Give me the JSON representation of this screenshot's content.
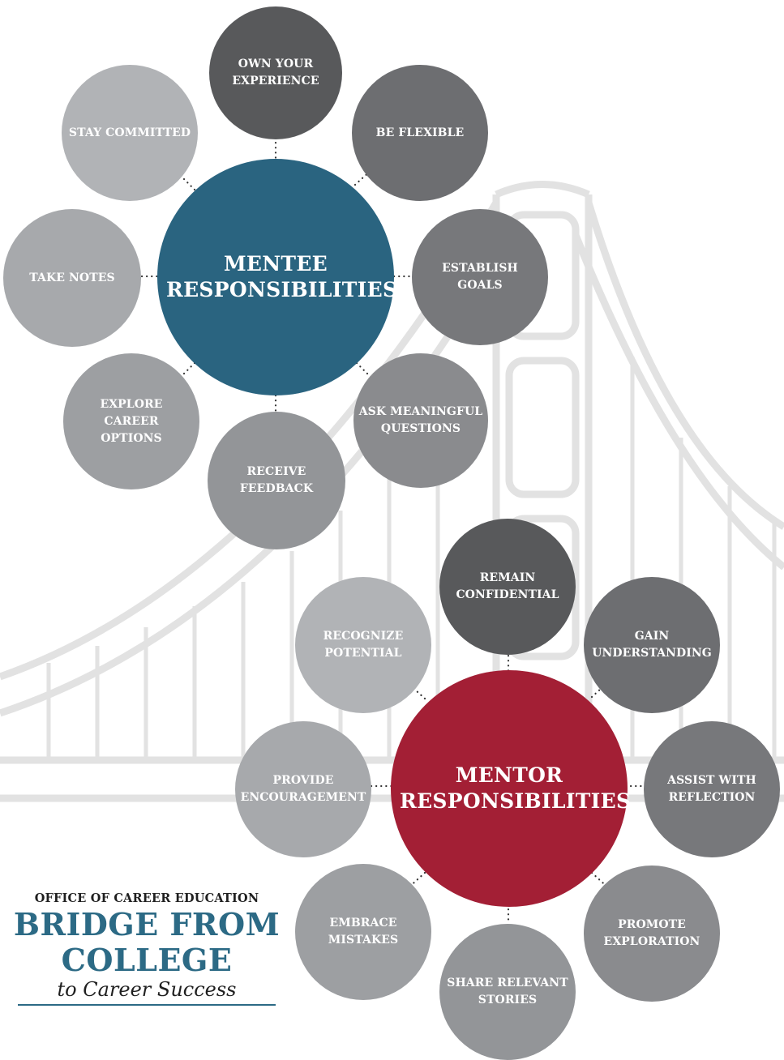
{
  "mentee": {
    "title": "MENTEE RESPONSIBILITIES",
    "color": "#2a6480",
    "items": [
      {
        "label": "OWN YOUR EXPERIENCE",
        "color": "#58595b"
      },
      {
        "label": "BE FLEXIBLE",
        "color": "#6d6e71"
      },
      {
        "label": "ESTABLISH GOALS",
        "color": "#77787b"
      },
      {
        "label": "ASK MEANINGFUL QUESTIONS",
        "color": "#8a8b8e"
      },
      {
        "label": "RECEIVE FEEDBACK",
        "color": "#939598"
      },
      {
        "label": "EXPLORE CAREER OPTIONS",
        "color": "#9d9fa2"
      },
      {
        "label": "TAKE NOTES",
        "color": "#a7a9ac"
      },
      {
        "label": "STAY COMMITTED",
        "color": "#b1b3b6"
      }
    ]
  },
  "mentor": {
    "title": "MENTOR RESPONSIBILITIES",
    "color": "#a31f35",
    "items": [
      {
        "label": "REMAIN CONFIDENTIAL",
        "color": "#58595b"
      },
      {
        "label": "GAIN UNDERSTANDING",
        "color": "#6d6e71"
      },
      {
        "label": "ASSIST WITH REFLECTION",
        "color": "#77787b"
      },
      {
        "label": "PROMOTE EXPLORATION",
        "color": "#8a8b8e"
      },
      {
        "label": "SHARE RELEVANT STORIES",
        "color": "#939598"
      },
      {
        "label": "EMBRACE MISTAKES",
        "color": "#9d9fa2"
      },
      {
        "label": "PROVIDE ENCOURAGEMENT",
        "color": "#a7a9ac"
      },
      {
        "label": "RECOGNIZE POTENTIAL",
        "color": "#b1b3b6"
      }
    ]
  },
  "branding": {
    "office": "OFFICE OF CAREER EDUCATION",
    "title_line1": "BRIDGE FROM",
    "title_line2": "COLLEGE",
    "tagline": "to Career Success"
  },
  "colors": {
    "bridge_line": "#e3e3e3",
    "connector_dots": "#333333"
  }
}
